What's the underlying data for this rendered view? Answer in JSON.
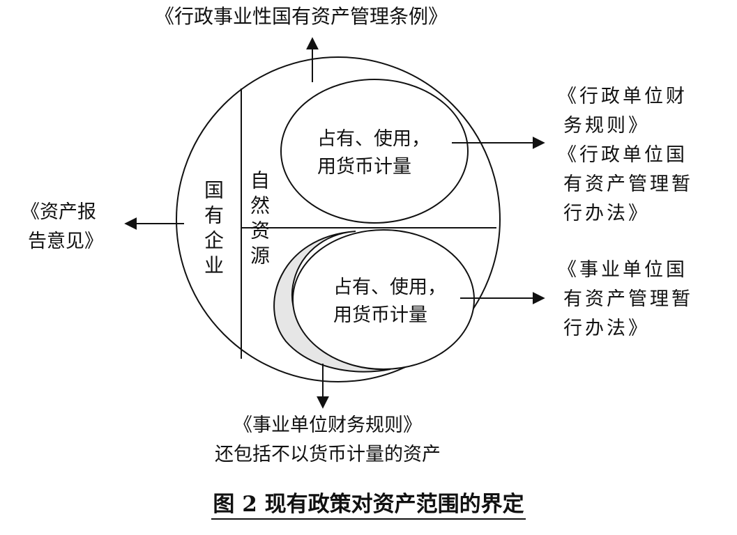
{
  "labels": {
    "top_regulation": "《行政事业性国有资产管理条例》",
    "left_report": [
      "《资产报",
      "告意见》"
    ],
    "state_enterprise": "国有企业",
    "natural_resources": "自然资源",
    "upper_oval": [
      "占有、使用，",
      "用货币计量"
    ],
    "lower_oval": [
      "占有、使用，",
      "用货币计量"
    ],
    "right_admin": [
      "《行政单位财",
      "务规则》",
      "《行政单位国",
      "有资产管理暂",
      "行办法》"
    ],
    "right_public": [
      "《事业单位国",
      "有资产管理暂",
      "行办法》"
    ],
    "bottom_public": [
      "《事业单位财务规则》",
      "还包括不以货币计量的资产"
    ]
  },
  "caption": "图 2  现有政策对资产范围的界定",
  "colors": {
    "line": "#111111",
    "crescent_fill": "#e6e6e6",
    "background": "#ffffff"
  }
}
